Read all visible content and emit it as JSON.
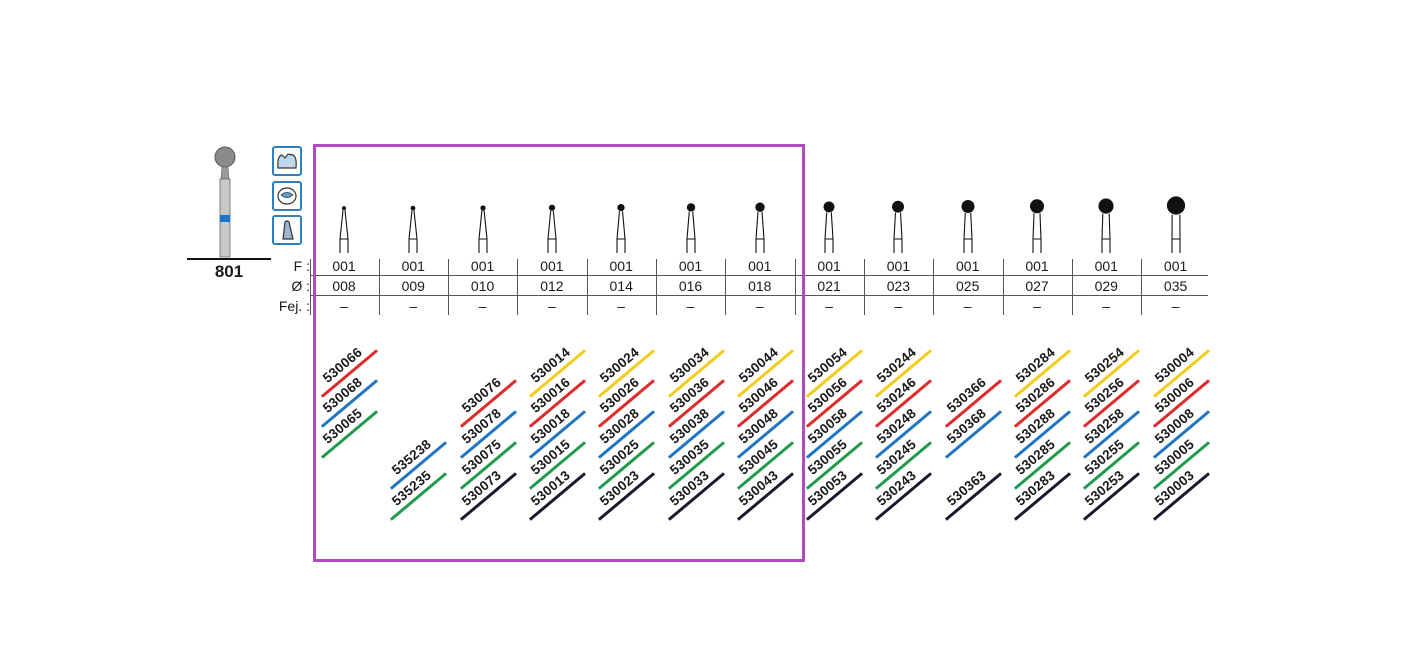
{
  "model": "801",
  "labels": {
    "f": "F :",
    "d": "Ø :",
    "fej": "Fej. :"
  },
  "colors": {
    "yellow": "#f2cc1a",
    "red": "#e02a2a",
    "blue": "#1f74c4",
    "green": "#1f9b4b",
    "black": "#1a1a2e",
    "frame": "#b04cc0",
    "shank_band": "#1f74c4"
  },
  "icons": [
    "crown-prep-icon",
    "filling-icon",
    "tooth-root-icon"
  ],
  "columns": [
    {
      "f": "001",
      "d": "008",
      "fej": "–",
      "size": 0.8,
      "codes": [
        {
          "t": "530066",
          "c": "red",
          "s": 0
        },
        {
          "t": "530068",
          "c": "blue",
          "s": 1
        },
        {
          "t": "530065",
          "c": "green",
          "s": 2
        }
      ]
    },
    {
      "f": "001",
      "d": "009",
      "fej": "–",
      "size": 0.9,
      "codes": [
        {
          "t": "535238",
          "c": "blue",
          "s": 3
        },
        {
          "t": "535235",
          "c": "green",
          "s": 4
        }
      ]
    },
    {
      "f": "001",
      "d": "010",
      "fej": "–",
      "size": 1.0,
      "codes": [
        {
          "t": "530076",
          "c": "red",
          "s": 1
        },
        {
          "t": "530078",
          "c": "blue",
          "s": 2
        },
        {
          "t": "530075",
          "c": "green",
          "s": 3
        },
        {
          "t": "530073",
          "c": "black",
          "s": 4
        }
      ]
    },
    {
      "f": "001",
      "d": "012",
      "fej": "–",
      "size": 1.2,
      "codes": [
        {
          "t": "530014",
          "c": "yellow",
          "s": 0
        },
        {
          "t": "530016",
          "c": "red",
          "s": 1
        },
        {
          "t": "530018",
          "c": "blue",
          "s": 2
        },
        {
          "t": "530015",
          "c": "green",
          "s": 3
        },
        {
          "t": "530013",
          "c": "black",
          "s": 4
        }
      ]
    },
    {
      "f": "001",
      "d": "014",
      "fej": "–",
      "size": 1.4,
      "codes": [
        {
          "t": "530024",
          "c": "yellow",
          "s": 0
        },
        {
          "t": "530026",
          "c": "red",
          "s": 1
        },
        {
          "t": "530028",
          "c": "blue",
          "s": 2
        },
        {
          "t": "530025",
          "c": "green",
          "s": 3
        },
        {
          "t": "530023",
          "c": "black",
          "s": 4
        }
      ]
    },
    {
      "f": "001",
      "d": "016",
      "fej": "–",
      "size": 1.6,
      "codes": [
        {
          "t": "530034",
          "c": "yellow",
          "s": 0
        },
        {
          "t": "530036",
          "c": "red",
          "s": 1
        },
        {
          "t": "530038",
          "c": "blue",
          "s": 2
        },
        {
          "t": "530035",
          "c": "green",
          "s": 3
        },
        {
          "t": "530033",
          "c": "black",
          "s": 4
        }
      ]
    },
    {
      "f": "001",
      "d": "018",
      "fej": "–",
      "size": 1.8,
      "codes": [
        {
          "t": "530044",
          "c": "yellow",
          "s": 0
        },
        {
          "t": "530046",
          "c": "red",
          "s": 1
        },
        {
          "t": "530048",
          "c": "blue",
          "s": 2
        },
        {
          "t": "530045",
          "c": "green",
          "s": 3
        },
        {
          "t": "530043",
          "c": "black",
          "s": 4
        }
      ]
    },
    {
      "f": "001",
      "d": "021",
      "fej": "–",
      "size": 2.1,
      "codes": [
        {
          "t": "530054",
          "c": "yellow",
          "s": 0
        },
        {
          "t": "530056",
          "c": "red",
          "s": 1
        },
        {
          "t": "530058",
          "c": "blue",
          "s": 2
        },
        {
          "t": "530055",
          "c": "green",
          "s": 3
        },
        {
          "t": "530053",
          "c": "black",
          "s": 4
        }
      ]
    },
    {
      "f": "001",
      "d": "023",
      "fej": "–",
      "size": 2.3,
      "codes": [
        {
          "t": "530244",
          "c": "yellow",
          "s": 0
        },
        {
          "t": "530246",
          "c": "red",
          "s": 1
        },
        {
          "t": "530248",
          "c": "blue",
          "s": 2
        },
        {
          "t": "530245",
          "c": "green",
          "s": 3
        },
        {
          "t": "530243",
          "c": "black",
          "s": 4
        }
      ]
    },
    {
      "f": "001",
      "d": "025",
      "fej": "–",
      "size": 2.5,
      "codes": [
        {
          "t": "530366",
          "c": "red",
          "s": 1
        },
        {
          "t": "530368",
          "c": "blue",
          "s": 2
        },
        {
          "t": "530363",
          "c": "black",
          "s": 4
        }
      ]
    },
    {
      "f": "001",
      "d": "027",
      "fej": "–",
      "size": 2.7,
      "codes": [
        {
          "t": "530284",
          "c": "yellow",
          "s": 0
        },
        {
          "t": "530286",
          "c": "red",
          "s": 1
        },
        {
          "t": "530288",
          "c": "blue",
          "s": 2
        },
        {
          "t": "530285",
          "c": "green",
          "s": 3
        },
        {
          "t": "530283",
          "c": "black",
          "s": 4
        }
      ]
    },
    {
      "f": "001",
      "d": "029",
      "fej": "–",
      "size": 2.9,
      "codes": [
        {
          "t": "530254",
          "c": "yellow",
          "s": 0
        },
        {
          "t": "530256",
          "c": "red",
          "s": 1
        },
        {
          "t": "530258",
          "c": "blue",
          "s": 2
        },
        {
          "t": "530255",
          "c": "green",
          "s": 3
        },
        {
          "t": "530253",
          "c": "black",
          "s": 4
        }
      ]
    },
    {
      "f": "001",
      "d": "035",
      "fej": "–",
      "size": 3.5,
      "codes": [
        {
          "t": "530004",
          "c": "yellow",
          "s": 0
        },
        {
          "t": "530006",
          "c": "red",
          "s": 1
        },
        {
          "t": "530008",
          "c": "blue",
          "s": 2
        },
        {
          "t": "530005",
          "c": "green",
          "s": 3
        },
        {
          "t": "530003",
          "c": "black",
          "s": 4
        }
      ]
    }
  ]
}
